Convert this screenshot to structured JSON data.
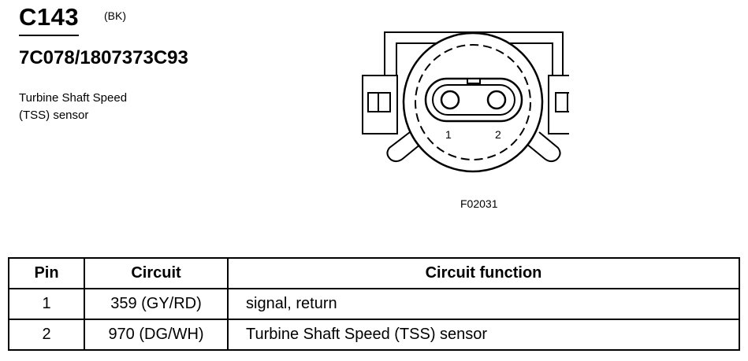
{
  "header": {
    "connector_id": "C143",
    "color_code": "(BK)",
    "part_number": "7C078/1807373C93",
    "description_lines": [
      "Turbine Shaft Speed",
      "(TSS) sensor"
    ]
  },
  "diagram": {
    "pin_labels": [
      "1",
      "2"
    ],
    "figure_code": "F02031"
  },
  "table": {
    "headers": [
      "Pin",
      "Circuit",
      "Circuit function"
    ],
    "rows": [
      {
        "pin": "1",
        "circuit": "359 (GY/RD)",
        "function": "signal, return"
      },
      {
        "pin": "2",
        "circuit": "970 (DG/WH)",
        "function": "Turbine Shaft Speed (TSS) sensor"
      }
    ]
  }
}
